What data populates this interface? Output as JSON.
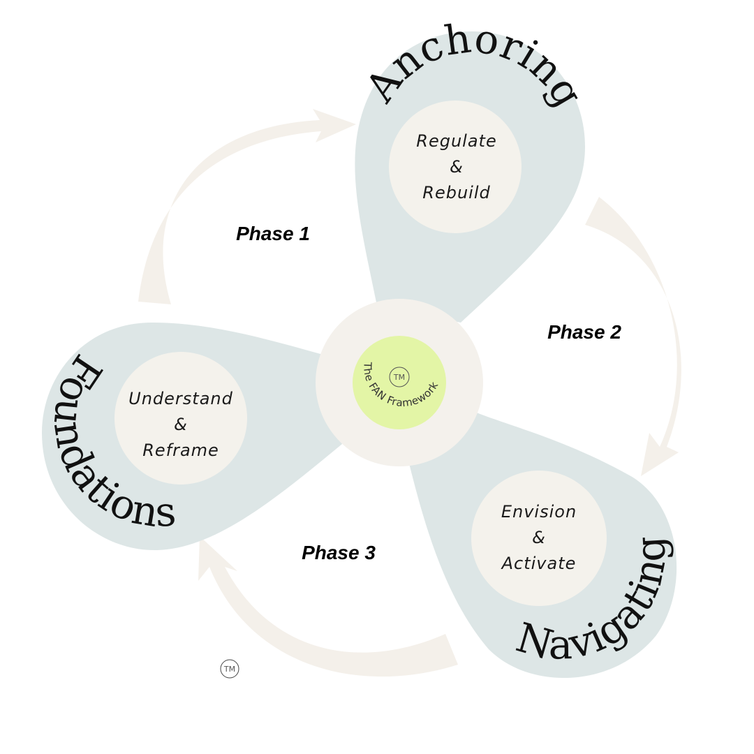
{
  "framework": {
    "name": "The FAN Framework",
    "trademark": "TM"
  },
  "petals": [
    {
      "title": "Anchoring",
      "lines": [
        "Regulate",
        "&",
        "Rebuild"
      ]
    },
    {
      "title": "Navigating",
      "lines": [
        "Envision",
        "&",
        "Activate"
      ]
    },
    {
      "title": "Foundations",
      "lines": [
        "Understand",
        "&",
        "Reframe"
      ]
    }
  ],
  "phases": [
    "Phase 1",
    "Phase 2",
    "Phase 3"
  ],
  "footer_mark": "TM",
  "colors": {
    "petal": "#dde6e6",
    "inner_circle": "#f4f2ec",
    "hub_outer": "#f4f1ec",
    "hub_inner": "#e3f5a6",
    "arrow": "#f4f0ea"
  }
}
